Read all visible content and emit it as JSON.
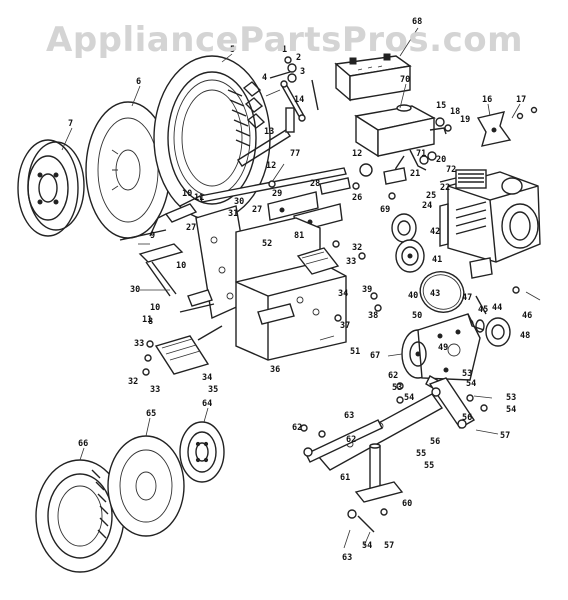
{
  "watermark": "AppliancePartsPros.com",
  "part_labels": [
    {
      "id": "p1",
      "text": "1"
    },
    {
      "id": "p2",
      "text": "2"
    },
    {
      "id": "p3",
      "text": "3"
    },
    {
      "id": "p4",
      "text": "4"
    },
    {
      "id": "p5",
      "text": "5"
    },
    {
      "id": "p6",
      "text": "6"
    },
    {
      "id": "p7",
      "text": "7"
    },
    {
      "id": "p8",
      "text": "8"
    },
    {
      "id": "p9",
      "text": "9"
    },
    {
      "id": "p10a",
      "text": "10"
    },
    {
      "id": "p10b",
      "text": "10"
    },
    {
      "id": "p10c",
      "text": "10"
    },
    {
      "id": "p11a",
      "text": "11"
    },
    {
      "id": "p11b",
      "text": "11"
    },
    {
      "id": "p12a",
      "text": "12"
    },
    {
      "id": "p12b",
      "text": "12"
    },
    {
      "id": "p13",
      "text": "13"
    },
    {
      "id": "p14",
      "text": "14"
    },
    {
      "id": "p15",
      "text": "15"
    },
    {
      "id": "p16",
      "text": "16"
    },
    {
      "id": "p17",
      "text": "17"
    },
    {
      "id": "p18",
      "text": "18"
    },
    {
      "id": "p19",
      "text": "19"
    },
    {
      "id": "p20",
      "text": "20"
    },
    {
      "id": "p21",
      "text": "21"
    },
    {
      "id": "p22",
      "text": "22"
    },
    {
      "id": "p24",
      "text": "24"
    },
    {
      "id": "p25",
      "text": "25"
    },
    {
      "id": "p26",
      "text": "26"
    },
    {
      "id": "p27a",
      "text": "27"
    },
    {
      "id": "p27b",
      "text": "27"
    },
    {
      "id": "p28",
      "text": "28"
    },
    {
      "id": "p29",
      "text": "29"
    },
    {
      "id": "p30a",
      "text": "30"
    },
    {
      "id": "p30b",
      "text": "30"
    },
    {
      "id": "p31",
      "text": "31"
    },
    {
      "id": "p32a",
      "text": "32"
    },
    {
      "id": "p32b",
      "text": "32"
    },
    {
      "id": "p33a",
      "text": "33"
    },
    {
      "id": "p33b",
      "text": "33"
    },
    {
      "id": "p33c",
      "text": "33"
    },
    {
      "id": "p34a",
      "text": "34"
    },
    {
      "id": "p34b",
      "text": "34"
    },
    {
      "id": "p35",
      "text": "35"
    },
    {
      "id": "p36",
      "text": "36"
    },
    {
      "id": "p37",
      "text": "37"
    },
    {
      "id": "p38",
      "text": "38"
    },
    {
      "id": "p39",
      "text": "39"
    },
    {
      "id": "p40",
      "text": "40"
    },
    {
      "id": "p41",
      "text": "41"
    },
    {
      "id": "p42",
      "text": "42"
    },
    {
      "id": "p43",
      "text": "43"
    },
    {
      "id": "p44",
      "text": "44"
    },
    {
      "id": "p45",
      "text": "45"
    },
    {
      "id": "p46",
      "text": "46"
    },
    {
      "id": "p47",
      "text": "47"
    },
    {
      "id": "p48",
      "text": "48"
    },
    {
      "id": "p49",
      "text": "49"
    },
    {
      "id": "p50",
      "text": "50"
    },
    {
      "id": "p51",
      "text": "51"
    },
    {
      "id": "p52",
      "text": "52"
    },
    {
      "id": "p53a",
      "text": "53"
    },
    {
      "id": "p53b",
      "text": "53"
    },
    {
      "id": "p53c",
      "text": "53"
    },
    {
      "id": "p54a",
      "text": "54"
    },
    {
      "id": "p54b",
      "text": "54"
    },
    {
      "id": "p54c",
      "text": "54"
    },
    {
      "id": "p54d",
      "text": "54"
    },
    {
      "id": "p55a",
      "text": "55"
    },
    {
      "id": "p55b",
      "text": "55"
    },
    {
      "id": "p56a",
      "text": "56"
    },
    {
      "id": "p56b",
      "text": "56"
    },
    {
      "id": "p57a",
      "text": "57"
    },
    {
      "id": "p57b",
      "text": "57"
    },
    {
      "id": "p60",
      "text": "60"
    },
    {
      "id": "p61",
      "text": "61"
    },
    {
      "id": "p62a",
      "text": "62"
    },
    {
      "id": "p62b",
      "text": "62"
    },
    {
      "id": "p62c",
      "text": "62"
    },
    {
      "id": "p63a",
      "text": "63"
    },
    {
      "id": "p63b",
      "text": "63"
    },
    {
      "id": "p64",
      "text": "64"
    },
    {
      "id": "p65",
      "text": "65"
    },
    {
      "id": "p66",
      "text": "66"
    },
    {
      "id": "p67",
      "text": "67"
    },
    {
      "id": "p68",
      "text": "68"
    },
    {
      "id": "p69",
      "text": "69"
    },
    {
      "id": "p70",
      "text": "70"
    },
    {
      "id": "p71",
      "text": "71"
    },
    {
      "id": "p72",
      "text": "72"
    },
    {
      "id": "p77",
      "text": "77"
    },
    {
      "id": "p81",
      "text": "81"
    }
  ]
}
